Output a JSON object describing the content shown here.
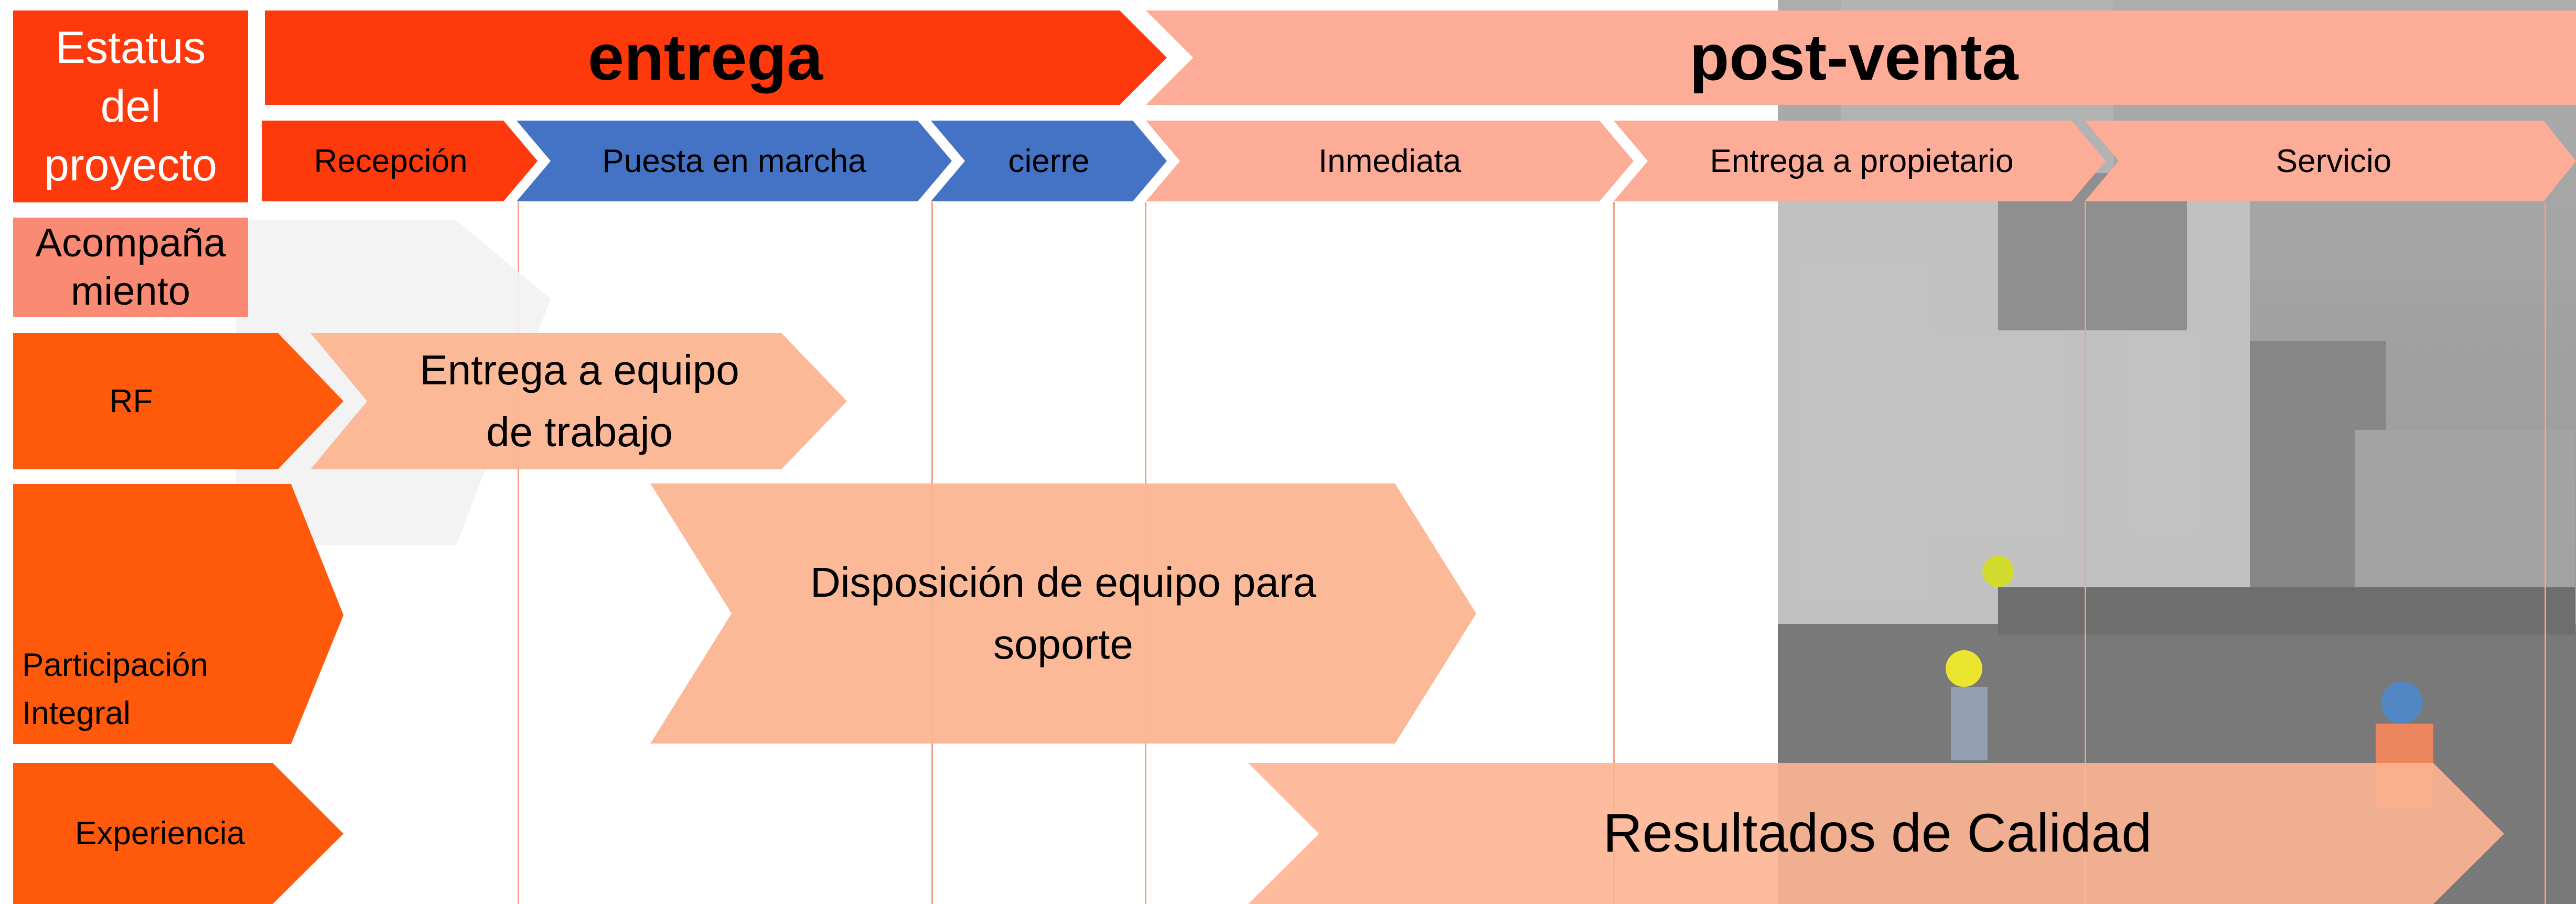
{
  "colors": {
    "dark_orange": "#fe3a0c",
    "orange": "#ff5a0b",
    "salmon": "#fdac98",
    "peach": "#fcb592",
    "blue": "#4472c4",
    "line": "#f4a08b"
  },
  "header": {
    "status_label": "Estatus\ndel\nproyecto",
    "phase_entrega": "entrega",
    "phase_postventa": "post-venta"
  },
  "stages": [
    "Recepción",
    "Puesta en marcha",
    "cierre",
    "Inmediata",
    "Entrega a propietario",
    "Servicio"
  ],
  "rows": {
    "acompanamiento": "Acompaña\nmiento",
    "rf": "RF",
    "participacion": "Participación\nIntegral",
    "experiencia": "Experiencia"
  },
  "bars": {
    "entrega_equipo": "Entrega a equipo\nde trabajo",
    "disposicion": "Disposición de equipo para\nsoporte",
    "resultados": "Resultados de Calidad"
  },
  "photo_icon": "construction-site-photo"
}
